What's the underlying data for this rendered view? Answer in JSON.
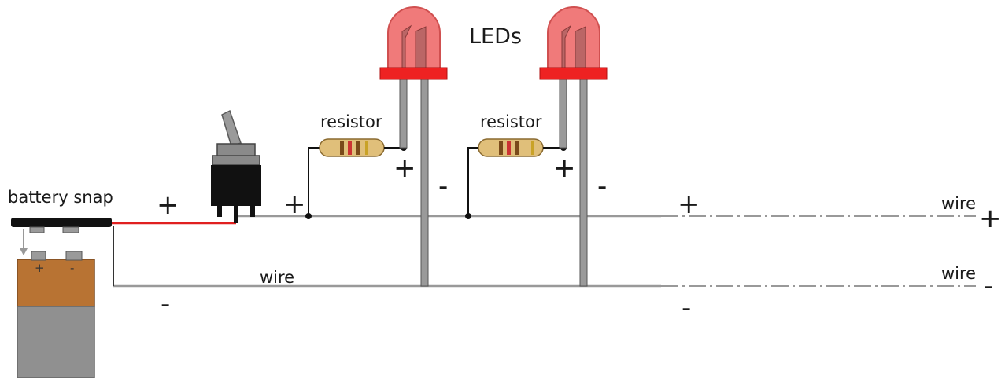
{
  "labels": {
    "battery_snap": "battery snap",
    "leds_title": "LEDs",
    "resistor_1": "resistor",
    "resistor_2": "resistor",
    "wire_bottom": "wire",
    "wire_right_top": "wire",
    "wire_right_bottom": "wire"
  },
  "signs": {
    "snap_positive": "+",
    "snap_negative": "-",
    "switch_out_positive": "+",
    "led1_positive": "+",
    "led1_negative": "-",
    "led2_positive": "+",
    "led2_negative": "-",
    "rail_positive": "+",
    "rail_negative": "-",
    "right_positive": "+",
    "right_negative": "-",
    "battery_terminal_positive": "+",
    "battery_terminal_negative": "-"
  },
  "colors": {
    "led_body": "#f07a7a",
    "led_flange": "#ee2222",
    "battery_top": "#b87333",
    "battery_bottom": "#909090",
    "positive_wire": "#e02020",
    "rail_wire": "#999999",
    "resistor_body": "#e0bf7a"
  }
}
